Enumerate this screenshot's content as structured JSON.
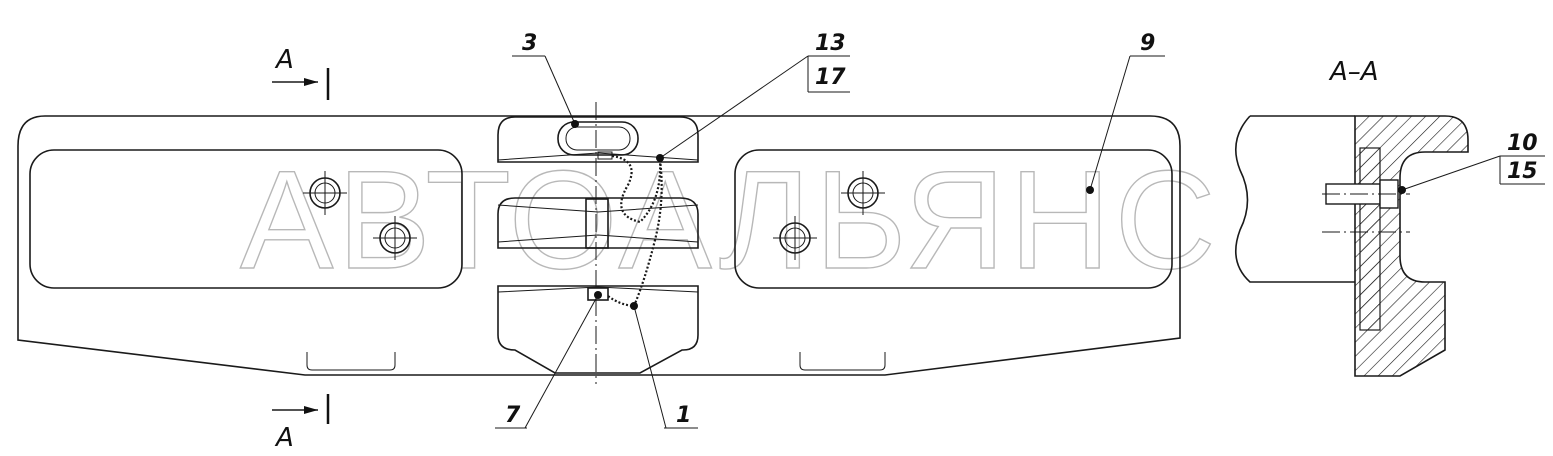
{
  "labels": {
    "section_top": "A",
    "section_bottom": "A",
    "section_view": "A–A",
    "part_3": "3",
    "part_13": "13",
    "part_17": "17",
    "part_9": "9",
    "part_7": "7",
    "part_1": "1",
    "part_10": "10",
    "part_15": "15"
  },
  "watermark": "АВТОАЛЬЯНС"
}
